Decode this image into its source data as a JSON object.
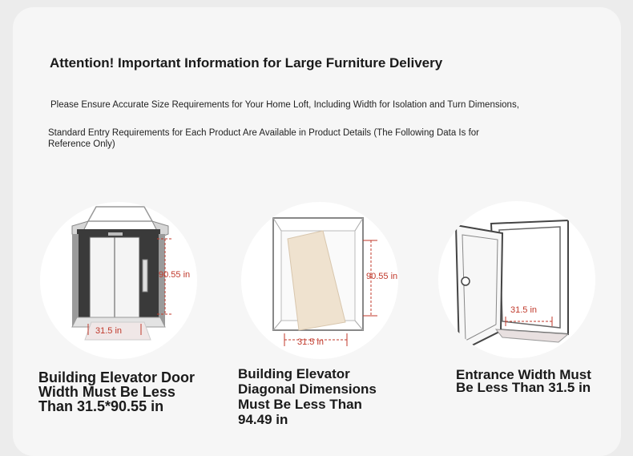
{
  "notice": {
    "title": "Attention! Important Information for Large Furniture Delivery",
    "line1": "Please Ensure Accurate Size Requirements for Your Home Loft, Including Width for Isolation and Turn Dimensions,",
    "line2": "Standard Entry Requirements for Each Product Are Available in Product Details (The Following Data Is for Reference Only)"
  },
  "items": [
    {
      "icon": "elevator-door-icon",
      "height_label": "90.55 in",
      "width_label": "31.5 in",
      "caption": [
        "Building Elevator Door",
        "Width Must Be Less",
        "Than 31.5*90.55 in"
      ]
    },
    {
      "icon": "elevator-diagonal-icon",
      "height_label": "90.55 in",
      "width_label": "31.5 in",
      "caption": [
        "Building Elevator",
        "Diagonal Dimensions",
        "Must Be Less Than",
        "94.49 in"
      ]
    },
    {
      "icon": "entrance-door-icon",
      "width_label": "31.5 in",
      "caption": [
        "Entrance Width Must",
        "Be Less Than 31.5 in"
      ]
    }
  ],
  "colors": {
    "dimension": "#c0392b",
    "text": "#1a1a1a",
    "card": "#f6f6f6"
  }
}
